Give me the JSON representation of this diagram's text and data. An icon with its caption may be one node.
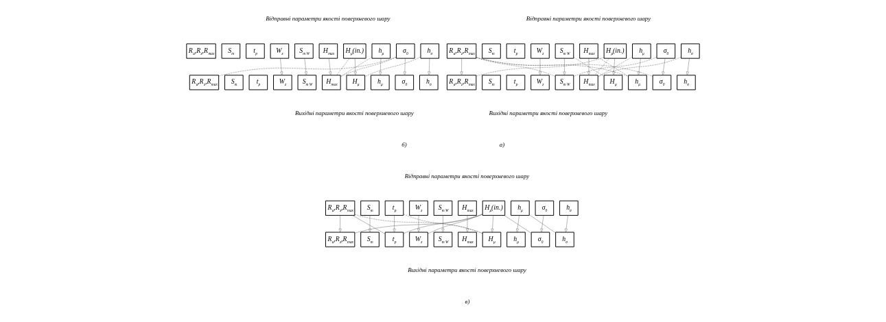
{
  "diagram": {
    "nodes": [
      {
        "text": [
          "R$_{a}$,R$_{z}$,R$_{max}$"
        ]
      },
      {
        "text": [
          "S$_{m}$"
        ]
      },
      {
        "text": [
          "t$_{p}$"
        ]
      },
      {
        "text": [
          "W$_{z}$"
        ]
      },
      {
        "text": [
          "S$_{m W}$"
        ]
      },
      {
        "text": [
          "H$_{max}$"
        ]
      },
      {
        "text": [
          "H$_{μ}$(in.)"
        ]
      },
      {
        "text": [
          "h$_{μ}$"
        ]
      },
      {
        "text": [
          "σ$_{0}$"
        ]
      },
      {
        "text": [
          "h$_{σ}$"
        ]
      },
      {
        "text": [
          "R$_{a}$,R$_{z}$,R$_{max}$"
        ]
      },
      {
        "text": [
          "S$_{m}$"
        ]
      },
      {
        "text": [
          "t$_{p}$"
        ]
      },
      {
        "text": [
          "W$_{z}$"
        ]
      },
      {
        "text": [
          "S$_{m W}$"
        ]
      },
      {
        "text": [
          "H$_{max}$"
        ]
      },
      {
        "text": [
          "H$_{μ}$"
        ]
      },
      {
        "text": [
          "h$_{μ}$"
        ]
      },
      {
        "text": [
          "σ$_{0}$"
        ]
      },
      {
        "text": [
          "h$_{σ}$"
        ]
      },
      {
        "text": [
          "R$_{a}$,R$_{z}$,R$_{max}$"
        ]
      },
      {
        "text": [
          "S$_{m}$"
        ]
      },
      {
        "text": [
          "t$_{p}$"
        ]
      },
      {
        "text": [
          "W$_{z}$"
        ]
      },
      {
        "text": [
          "S$_{m W}$"
        ]
      },
      {
        "text": [
          "H$_{max}$"
        ]
      },
      {
        "text": [
          "H$_{μ}$(in.)"
        ]
      },
      {
        "text": [
          "h$_{μ}$"
        ]
      },
      {
        "text": [
          "σ$_{0}$"
        ]
      },
      {
        "text": [
          "h$_{σ}$"
        ]
      },
      {
        "text": [
          "R$_{a}$,R$_{z}$,R$_{max}$"
        ]
      },
      {
        "text": [
          "S$_{m}$"
        ]
      },
      {
        "text": [
          "t$_{p}$"
        ]
      },
      {
        "text": [
          "W$_{z}$"
        ]
      },
      {
        "text": [
          "S$_{m W}$"
        ]
      },
      {
        "text": [
          "H$_{max}$"
        ]
      },
      {
        "text": [
          "H$_{μ}$"
        ]
      },
      {
        "text": [
          "h$_{μ}$"
        ]
      },
      {
        "text": [
          "σ$_{0}$"
        ]
      },
      {
        "text": [
          "h$_{σ}$"
        ]
      },
      {
        "text": [
          "R$_{a}$,R$_{z}$,R$_{max}$"
        ]
      },
      {
        "text": [
          "S$_{m}$"
        ]
      },
      {
        "text": [
          "t$_{p}$"
        ]
      },
      {
        "text": [
          "W$_{z}$"
        ]
      },
      {
        "text": [
          "S$_{m W}$"
        ]
      },
      {
        "text": [
          "H$_{max}$"
        ]
      },
      {
        "text": [
          "H$_{μ}$(in.)"
        ]
      },
      {
        "text": [
          "h$_{μ}$"
        ]
      },
      {
        "text": [
          "σ$_{0}$"
        ]
      },
      {
        "text": [
          "h$_{σ}$"
        ]
      },
      {
        "text": [
          "R$_{a}$,R$_{z}$,R$_{max}$"
        ]
      },
      {
        "text": [
          "S$_{m}$"
        ]
      },
      {
        "text": [
          "t$_{p}$"
        ]
      },
      {
        "text": [
          "W$_{z}$"
        ]
      },
      {
        "text": [
          "S$_{m W}$"
        ]
      },
      {
        "text": [
          "H$_{max}$"
        ]
      },
      {
        "text": [
          "H$_{μ}$"
        ]
      },
      {
        "text": [
          "h$_{μ}$"
        ]
      },
      {
        "text": [
          "σ$_{0}$"
        ]
      },
      {
        "text": [
          "h$_{σ}$"
        ]
      }
    ],
    "edges": [
      {
        "from": 0,
        "to": 10,
        "arrow": "to"
      },
      {
        "from": 3,
        "to": 13,
        "arrow": "to"
      },
      {
        "from": 4,
        "to": 14,
        "arrow": "to"
      },
      {
        "from": 5,
        "to": 15,
        "arrow": "to"
      },
      {
        "from": 6,
        "to": 16,
        "arrow": "to"
      },
      {
        "from": 7,
        "to": 17,
        "arrow": "to"
      },
      {
        "from": 8,
        "to": 18,
        "arrow": "to"
      },
      {
        "from": 9,
        "to": 19,
        "arrow": "to"
      },
      {
        "from": 0,
        "to": 14,
        "arrow": "none",
        "style": "dashed"
      },
      {
        "from": 0,
        "to": 17,
        "arrow": "none",
        "style": "dashed"
      },
      {
        "from": 0,
        "to": 18,
        "arrow": "none",
        "style": "dashed"
      },
      {
        "from": 4,
        "to": 16,
        "arrow": "none",
        "style": "dashed"
      },
      {
        "from": 5,
        "to": 17,
        "arrow": "none",
        "style": "dashed"
      },
      {
        "from": 6,
        "to": 10,
        "arrow": "none",
        "style": "dashed"
      },
      {
        "from": 6,
        "to": 15,
        "arrow": "none",
        "style": "dashed"
      },
      {
        "from": 7,
        "to": 15,
        "arrow": "none",
        "style": "dashed"
      },
      {
        "from": 8,
        "to": 14,
        "arrow": "none",
        "style": "dashed"
      },
      {
        "from": 9,
        "to": 15,
        "arrow": "none",
        "style": "dashed"
      },
      {
        "from": 23,
        "to": 33,
        "arrow": "to"
      },
      {
        "from": 24,
        "to": 34,
        "arrow": "to"
      },
      {
        "from": 25,
        "to": 35,
        "arrow": "to"
      },
      {
        "from": 26,
        "to": 36,
        "arrow": "to"
      },
      {
        "from": 27,
        "to": 37,
        "arrow": "to"
      },
      {
        "from": 28,
        "to": 38,
        "arrow": "to"
      },
      {
        "from": 29,
        "to": 39,
        "arrow": "to"
      },
      {
        "from": 28,
        "to": 30,
        "arrow": "none",
        "style": "dashed"
      },
      {
        "from": 26,
        "to": 35,
        "arrow": "none",
        "style": "dashed"
      },
      {
        "from": 27,
        "to": 35,
        "arrow": "none",
        "style": "dashed"
      },
      {
        "from": 28,
        "to": 35,
        "arrow": "none",
        "style": "dashed"
      },
      {
        "from": 29,
        "to": 36,
        "arrow": "none",
        "style": "dashed"
      },
      {
        "from": 40,
        "to": 50,
        "arrow": "to"
      },
      {
        "from": 41,
        "to": 51,
        "arrow": "to"
      },
      {
        "from": 42,
        "to": 52,
        "arrow": "to"
      },
      {
        "from": 43,
        "to": 53,
        "arrow": "to"
      },
      {
        "from": 44,
        "to": 54,
        "arrow": "to"
      },
      {
        "from": 45,
        "to": 55,
        "arrow": "to"
      },
      {
        "from": 46,
        "to": 56,
        "arrow": "to"
      },
      {
        "from": 47,
        "to": 57,
        "arrow": "to"
      },
      {
        "from": 48,
        "to": 58,
        "arrow": "to"
      },
      {
        "from": 49,
        "to": 59,
        "arrow": "to"
      },
      {
        "from": 40,
        "to": 52,
        "arrow": "none"
      },
      {
        "from": 46,
        "to": 50,
        "arrow": "none"
      },
      {
        "from": 46,
        "to": 52,
        "arrow": "none"
      },
      {
        "from": 46,
        "to": 53,
        "arrow": "none"
      },
      {
        "from": 46,
        "to": 58,
        "arrow": "none"
      },
      {
        "from": 47,
        "to": 59,
        "arrow": "none"
      },
      {
        "from": 40,
        "to": 56,
        "arrow": "none",
        "style": "dashed"
      },
      {
        "from": 42,
        "to": 56,
        "arrow": "none",
        "style": "dashed"
      }
    ],
    "labels": [
      "Відправні параметри якості поверхневого шару",
      "Вихідні параметри якості поверхневого шару",
      "а)",
      "Відправні параметри якості поверхневого шару",
      "Вихідні параметри якості поверхневого шару",
      "б)",
      "Відправні параметри якості поверхневого шару",
      "Вихідні параметри якості поверхневого шару",
      "в)"
    ]
  }
}
